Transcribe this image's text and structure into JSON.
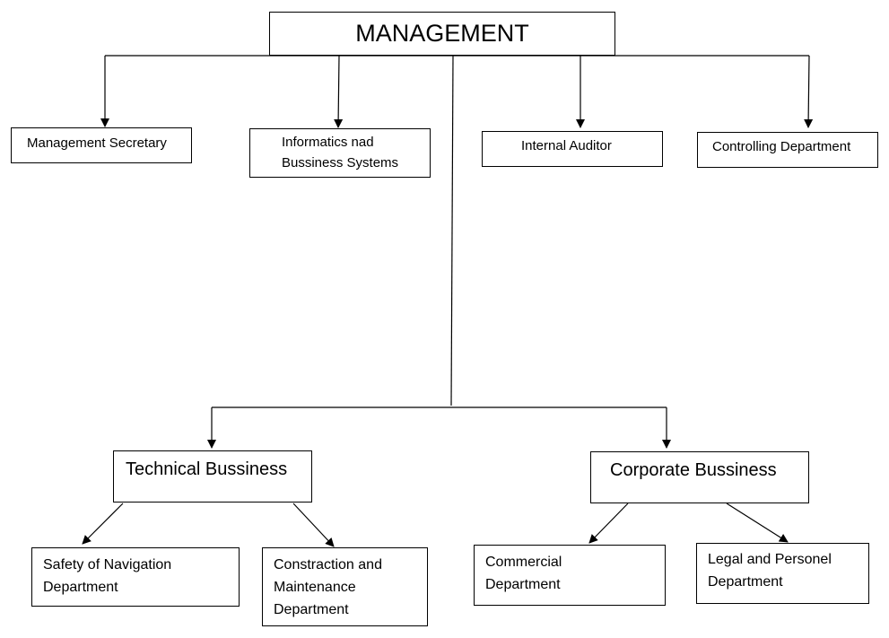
{
  "diagram": {
    "root": {
      "label": "MANAGEMENT"
    },
    "staff": [
      {
        "id": "mgmt-secretary",
        "lines": [
          "Management Secretary"
        ]
      },
      {
        "id": "informatics",
        "lines": [
          "Informatics nad",
          "Bussiness Systems"
        ]
      },
      {
        "id": "internal-auditor",
        "lines": [
          "Internal Auditor"
        ]
      },
      {
        "id": "controlling",
        "lines": [
          "Controlling Department"
        ]
      }
    ],
    "divisions": [
      {
        "label": "Technical Bussiness",
        "departments": [
          {
            "lines": [
              "Safety of Navigation",
              "Department"
            ]
          },
          {
            "lines": [
              "Constraction and",
              "Maintenance",
              "Department"
            ]
          }
        ]
      },
      {
        "label": "Corporate Bussiness",
        "departments": [
          {
            "lines": [
              "Commercial",
              "Department"
            ]
          },
          {
            "lines": [
              "Legal and Personel",
              "Department"
            ]
          }
        ]
      }
    ]
  }
}
